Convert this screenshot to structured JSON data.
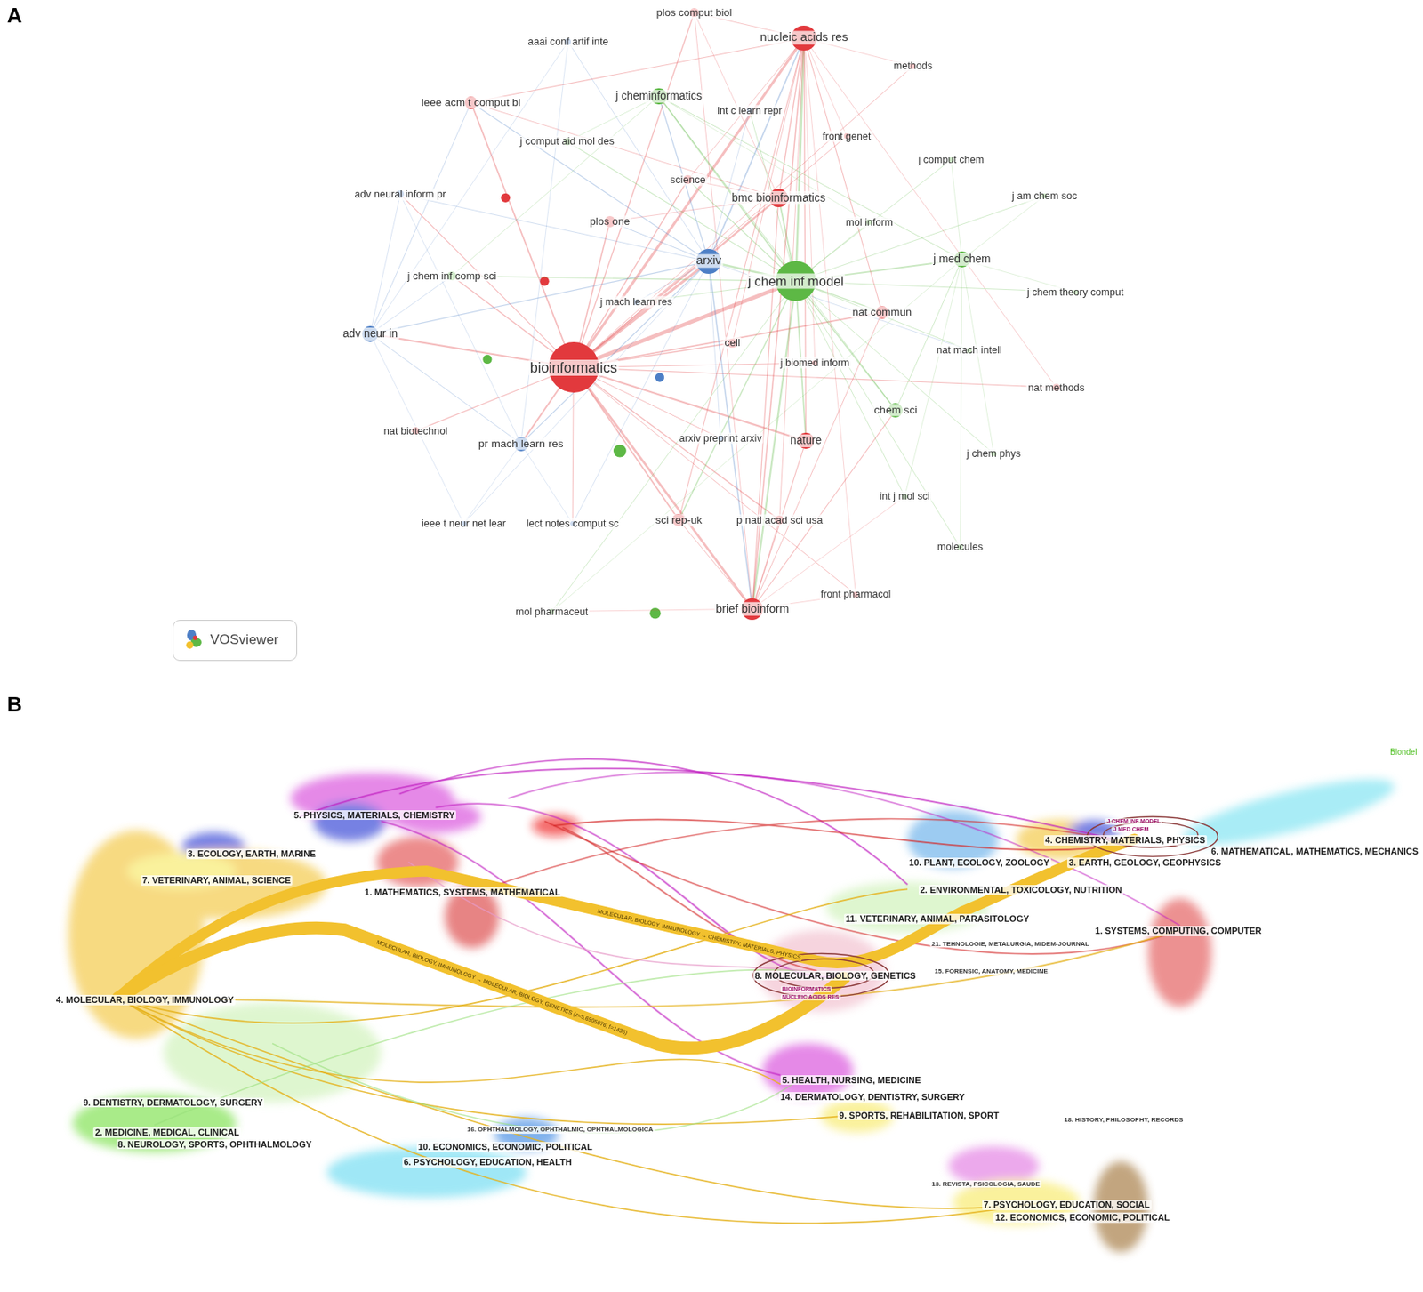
{
  "diagram": {
    "nodes": [
      {
        "text": [
          "plos comput biol"
        ]
      },
      {
        "text": [
          "nucleic acids res"
        ]
      },
      {
        "text": [
          "aaai conf artif inte"
        ]
      },
      {
        "text": [
          "methods"
        ]
      },
      {
        "text": [
          "j cheminformatics"
        ]
      },
      {
        "text": [
          "ieee acm t comput bi"
        ]
      },
      {
        "text": [
          "int c learn repr"
        ]
      },
      {
        "text": [
          "front genet"
        ]
      },
      {
        "text": [
          "j comput aid mol des"
        ]
      },
      {
        "text": [
          "j comput chem"
        ]
      },
      {
        "text": [
          "science"
        ]
      },
      {
        "text": [
          "adv neural inform pr"
        ]
      },
      {
        "text": [
          "j am chem soc"
        ]
      },
      {
        "text": [
          "bmc bioinformatics"
        ]
      },
      {
        "text": [
          "plos one"
        ]
      },
      {
        "text": [
          "mol inform"
        ]
      },
      {
        "text": [
          "j med chem"
        ]
      },
      {
        "text": [
          "arxiv"
        ]
      },
      {
        "text": [
          "j chem inf comp sci"
        ]
      },
      {
        "text": [
          "j chem inf model"
        ]
      },
      {
        "text": [
          "j chem theory comput"
        ]
      },
      {
        "text": [
          "j mach learn res"
        ]
      },
      {
        "text": [
          "nat commun"
        ]
      },
      {
        "text": [
          "adv neur in"
        ]
      },
      {
        "text": [
          "cell"
        ]
      },
      {
        "text": [
          "nat mach intell"
        ]
      },
      {
        "text": [
          "j biomed inform"
        ]
      },
      {
        "text": [
          "bioinformatics"
        ]
      },
      {
        "text": [
          "nat methods"
        ]
      },
      {
        "text": [
          "chem sci"
        ]
      },
      {
        "text": [
          "nat biotechnol"
        ]
      },
      {
        "text": [
          "arxiv preprint arxiv"
        ]
      },
      {
        "text": [
          "nature"
        ]
      },
      {
        "text": [
          "pr mach learn res"
        ]
      },
      {
        "text": [
          "j chem phys"
        ]
      },
      {
        "text": [
          "int j mol sci"
        ]
      },
      {
        "text": [
          "sci rep-uk"
        ]
      },
      {
        "text": [
          "p natl acad sci usa"
        ]
      },
      {
        "text": [
          "ieee t neur net lear"
        ]
      },
      {
        "text": [
          "lect notes comput sc"
        ]
      },
      {
        "text": [
          "molecules"
        ]
      },
      {
        "text": [
          "front pharmacol"
        ]
      },
      {
        "text": [
          "brief bioinform"
        ]
      },
      {
        "text": [
          "mol pharmaceut"
        ]
      },
      {
        "text": [
          "VOSviewer"
        ]
      }
    ],
    "edges": [
      {
        "from": 27,
        "to": 1,
        "arrow": "none"
      },
      {
        "from": 27,
        "to": 5,
        "arrow": "none"
      },
      {
        "from": 27,
        "to": 13,
        "arrow": "none"
      },
      {
        "from": 27,
        "to": 14,
        "arrow": "none"
      },
      {
        "from": 27,
        "to": 10,
        "arrow": "none"
      },
      {
        "from": 27,
        "to": 17,
        "arrow": "none"
      },
      {
        "from": 27,
        "to": 19,
        "arrow": "none"
      },
      {
        "from": 27,
        "to": 22,
        "arrow": "none"
      },
      {
        "from": 27,
        "to": 23,
        "arrow": "none"
      },
      {
        "from": 27,
        "to": 30,
        "arrow": "none"
      },
      {
        "from": 27,
        "to": 32,
        "arrow": "none"
      },
      {
        "from": 27,
        "to": 33,
        "arrow": "none"
      },
      {
        "from": 27,
        "to": 36,
        "arrow": "none"
      },
      {
        "from": 27,
        "to": 37,
        "arrow": "none"
      },
      {
        "from": 27,
        "to": 42,
        "arrow": "none"
      },
      {
        "from": 27,
        "to": 0,
        "arrow": "none"
      },
      {
        "from": 27,
        "to": 3,
        "arrow": "none"
      },
      {
        "from": 27,
        "to": 7,
        "arrow": "none"
      },
      {
        "from": 27,
        "to": 11,
        "arrow": "none"
      },
      {
        "from": 27,
        "to": 26,
        "arrow": "none"
      },
      {
        "from": 27,
        "to": 28,
        "arrow": "none"
      },
      {
        "from": 27,
        "to": 41,
        "arrow": "none"
      },
      {
        "from": 27,
        "to": 18,
        "arrow": "none"
      },
      {
        "from": 27,
        "to": 24,
        "arrow": "none"
      },
      {
        "from": 27,
        "to": 31,
        "arrow": "none"
      },
      {
        "from": 27,
        "to": 39,
        "arrow": "none"
      },
      {
        "from": 19,
        "to": 1,
        "arrow": "none"
      },
      {
        "from": 19,
        "to": 4,
        "arrow": "none"
      },
      {
        "from": 19,
        "to": 8,
        "arrow": "none"
      },
      {
        "from": 19,
        "to": 9,
        "arrow": "none"
      },
      {
        "from": 19,
        "to": 12,
        "arrow": "none"
      },
      {
        "from": 19,
        "to": 15,
        "arrow": "none"
      },
      {
        "from": 19,
        "to": 16,
        "arrow": "none"
      },
      {
        "from": 19,
        "to": 17,
        "arrow": "none"
      },
      {
        "from": 19,
        "to": 20,
        "arrow": "none"
      },
      {
        "from": 19,
        "to": 25,
        "arrow": "none"
      },
      {
        "from": 19,
        "to": 29,
        "arrow": "none"
      },
      {
        "from": 19,
        "to": 34,
        "arrow": "none"
      },
      {
        "from": 19,
        "to": 35,
        "arrow": "none"
      },
      {
        "from": 19,
        "to": 40,
        "arrow": "none"
      },
      {
        "from": 19,
        "to": 43,
        "arrow": "none"
      },
      {
        "from": 19,
        "to": 42,
        "arrow": "none"
      },
      {
        "from": 19,
        "to": 13,
        "arrow": "none"
      },
      {
        "from": 19,
        "to": 22,
        "arrow": "none"
      },
      {
        "from": 19,
        "to": 18,
        "arrow": "none"
      },
      {
        "from": 19,
        "to": 32,
        "arrow": "none"
      },
      {
        "from": 19,
        "to": 36,
        "arrow": "none"
      },
      {
        "from": 19,
        "to": 10,
        "arrow": "none"
      },
      {
        "from": 19,
        "to": 6,
        "arrow": "none"
      },
      {
        "from": 19,
        "to": 21,
        "arrow": "none"
      },
      {
        "from": 17,
        "to": 2,
        "arrow": "none"
      },
      {
        "from": 17,
        "to": 6,
        "arrow": "none"
      },
      {
        "from": 17,
        "to": 11,
        "arrow": "none"
      },
      {
        "from": 17,
        "to": 21,
        "arrow": "none"
      },
      {
        "from": 17,
        "to": 23,
        "arrow": "none"
      },
      {
        "from": 17,
        "to": 33,
        "arrow": "none"
      },
      {
        "from": 17,
        "to": 38,
        "arrow": "none"
      },
      {
        "from": 17,
        "to": 39,
        "arrow": "none"
      },
      {
        "from": 17,
        "to": 31,
        "arrow": "none"
      },
      {
        "from": 17,
        "to": 4,
        "arrow": "none"
      },
      {
        "from": 17,
        "to": 42,
        "arrow": "none"
      },
      {
        "from": 17,
        "to": 1,
        "arrow": "none"
      },
      {
        "from": 17,
        "to": 5,
        "arrow": "none"
      },
      {
        "from": 17,
        "to": 14,
        "arrow": "none"
      },
      {
        "from": 17,
        "to": 25,
        "arrow": "none"
      },
      {
        "from": 1,
        "to": 0,
        "arrow": "none"
      },
      {
        "from": 1,
        "to": 3,
        "arrow": "none"
      },
      {
        "from": 1,
        "to": 7,
        "arrow": "none"
      },
      {
        "from": 1,
        "to": 42,
        "arrow": "none"
      },
      {
        "from": 1,
        "to": 13,
        "arrow": "none"
      },
      {
        "from": 1,
        "to": 22,
        "arrow": "none"
      },
      {
        "from": 1,
        "to": 32,
        "arrow": "none"
      },
      {
        "from": 1,
        "to": 28,
        "arrow": "none"
      },
      {
        "from": 1,
        "to": 36,
        "arrow": "none"
      },
      {
        "from": 1,
        "to": 41,
        "arrow": "none"
      },
      {
        "from": 1,
        "to": 5,
        "arrow": "none"
      },
      {
        "from": 1,
        "to": 10,
        "arrow": "none"
      },
      {
        "from": 1,
        "to": 24,
        "arrow": "none"
      },
      {
        "from": 1,
        "to": 37,
        "arrow": "none"
      },
      {
        "from": 1,
        "to": 26,
        "arrow": "none"
      },
      {
        "from": 42,
        "to": 13,
        "arrow": "none"
      },
      {
        "from": 42,
        "to": 36,
        "arrow": "none"
      },
      {
        "from": 42,
        "to": 37,
        "arrow": "none"
      },
      {
        "from": 42,
        "to": 41,
        "arrow": "none"
      },
      {
        "from": 42,
        "to": 43,
        "arrow": "none"
      },
      {
        "from": 42,
        "to": 35,
        "arrow": "none"
      },
      {
        "from": 42,
        "to": 22,
        "arrow": "none"
      },
      {
        "from": 42,
        "to": 32,
        "arrow": "none"
      },
      {
        "from": 42,
        "to": 0,
        "arrow": "none"
      },
      {
        "from": 42,
        "to": 29,
        "arrow": "none"
      },
      {
        "from": 23,
        "to": 11,
        "arrow": "none"
      },
      {
        "from": 23,
        "to": 33,
        "arrow": "none"
      },
      {
        "from": 23,
        "to": 38,
        "arrow": "none"
      },
      {
        "from": 23,
        "to": 2,
        "arrow": "none"
      },
      {
        "from": 23,
        "to": 5,
        "arrow": "none"
      },
      {
        "from": 23,
        "to": 18,
        "arrow": "none"
      },
      {
        "from": 33,
        "to": 38,
        "arrow": "none"
      },
      {
        "from": 33,
        "to": 39,
        "arrow": "none"
      },
      {
        "from": 33,
        "to": 11,
        "arrow": "none"
      },
      {
        "from": 33,
        "to": 2,
        "arrow": "none"
      },
      {
        "from": 16,
        "to": 29,
        "arrow": "none"
      },
      {
        "from": 16,
        "to": 4,
        "arrow": "none"
      },
      {
        "from": 16,
        "to": 12,
        "arrow": "none"
      },
      {
        "from": 16,
        "to": 9,
        "arrow": "none"
      },
      {
        "from": 16,
        "to": 20,
        "arrow": "none"
      },
      {
        "from": 16,
        "to": 35,
        "arrow": "none"
      },
      {
        "from": 16,
        "to": 40,
        "arrow": "none"
      },
      {
        "from": 16,
        "to": 43,
        "arrow": "none"
      },
      {
        "from": 16,
        "to": 34,
        "arrow": "none"
      },
      {
        "from": 4,
        "to": 8,
        "arrow": "none"
      },
      {
        "from": 4,
        "to": 15,
        "arrow": "none"
      },
      {
        "from": 4,
        "to": 29,
        "arrow": "none"
      },
      {
        "from": 4,
        "to": 18,
        "arrow": "none"
      },
      {
        "from": 13,
        "to": 0,
        "arrow": "none"
      },
      {
        "from": 13,
        "to": 5,
        "arrow": "none"
      },
      {
        "from": 13,
        "to": 10,
        "arrow": "none"
      },
      {
        "from": 13,
        "to": 14,
        "arrow": "none"
      }
    ],
    "labels": [
      "A",
      "B",
      "Blondel",
      "5. PHYSICS, MATERIALS, CHEMISTRY",
      "3. ECOLOGY, EARTH, MARINE",
      "7. VETERINARY, ANIMAL, SCIENCE",
      "1. MATHEMATICS, SYSTEMS, MATHEMATICAL",
      "4. MOLECULAR, BIOLOGY, IMMUNOLOGY",
      "9. DENTISTRY, DERMATOLOGY, SURGERY",
      "2. MEDICINE, MEDICAL, CLINICAL",
      "8. NEUROLOGY, SPORTS, OPHTHALMOLOGY",
      "16. OPHTHALMOLOGY, OPHTHALMIC, OPHTHALMOLOGICA",
      "10. ECONOMICS, ECONOMIC, POLITICAL",
      "6. PSYCHOLOGY, EDUCATION, HEALTH",
      "4. CHEMISTRY, MATERIALS, PHYSICS",
      "6. MATHEMATICAL, MATHEMATICS, MECHANICS",
      "10. PLANT, ECOLOGY, ZOOLOGY",
      "3. EARTH, GEOLOGY, GEOPHYSICS",
      "2. ENVIRONMENTAL, TOXICOLOGY, NUTRITION",
      "11. VETERINARY, ANIMAL, PARASITOLOGY",
      "1. SYSTEMS, COMPUTING, COMPUTER",
      "21. TEHNOLOGIE, METALURGIA, MIDEM-JOURNAL",
      "8. MOLECULAR, BIOLOGY, GENETICS",
      "15. FORENSIC, ANATOMY, MEDICINE",
      "5. HEALTH, NURSING, MEDICINE",
      "14. DERMATOLOGY, DENTISTRY, SURGERY",
      "9. SPORTS, REHABILITATION, SPORT",
      "18. HISTORY, PHILOSOPHY, RECORDS",
      "13. REVISTA, PSICOLOGIA, SAUDE",
      "7. PSYCHOLOGY, EDUCATION, SOCIAL",
      "12. ECONOMICS, ECONOMIC, POLITICAL",
      "MOLECULAR, BIOLOGY, IMMUNOLOGY → CHEMISTRY, MATERIALS, PHYSICS",
      "MOLECULAR, BIOLOGY, IMMUNOLOGY → MOLECULAR, BIOLOGY, GENETICS (z=5.6505876, f=1436)",
      "BIOINFORMATICS",
      "NUCLEIC ACIDS RES",
      "J CHEM INF MODEL",
      "J MED CHEM"
    ]
  }
}
